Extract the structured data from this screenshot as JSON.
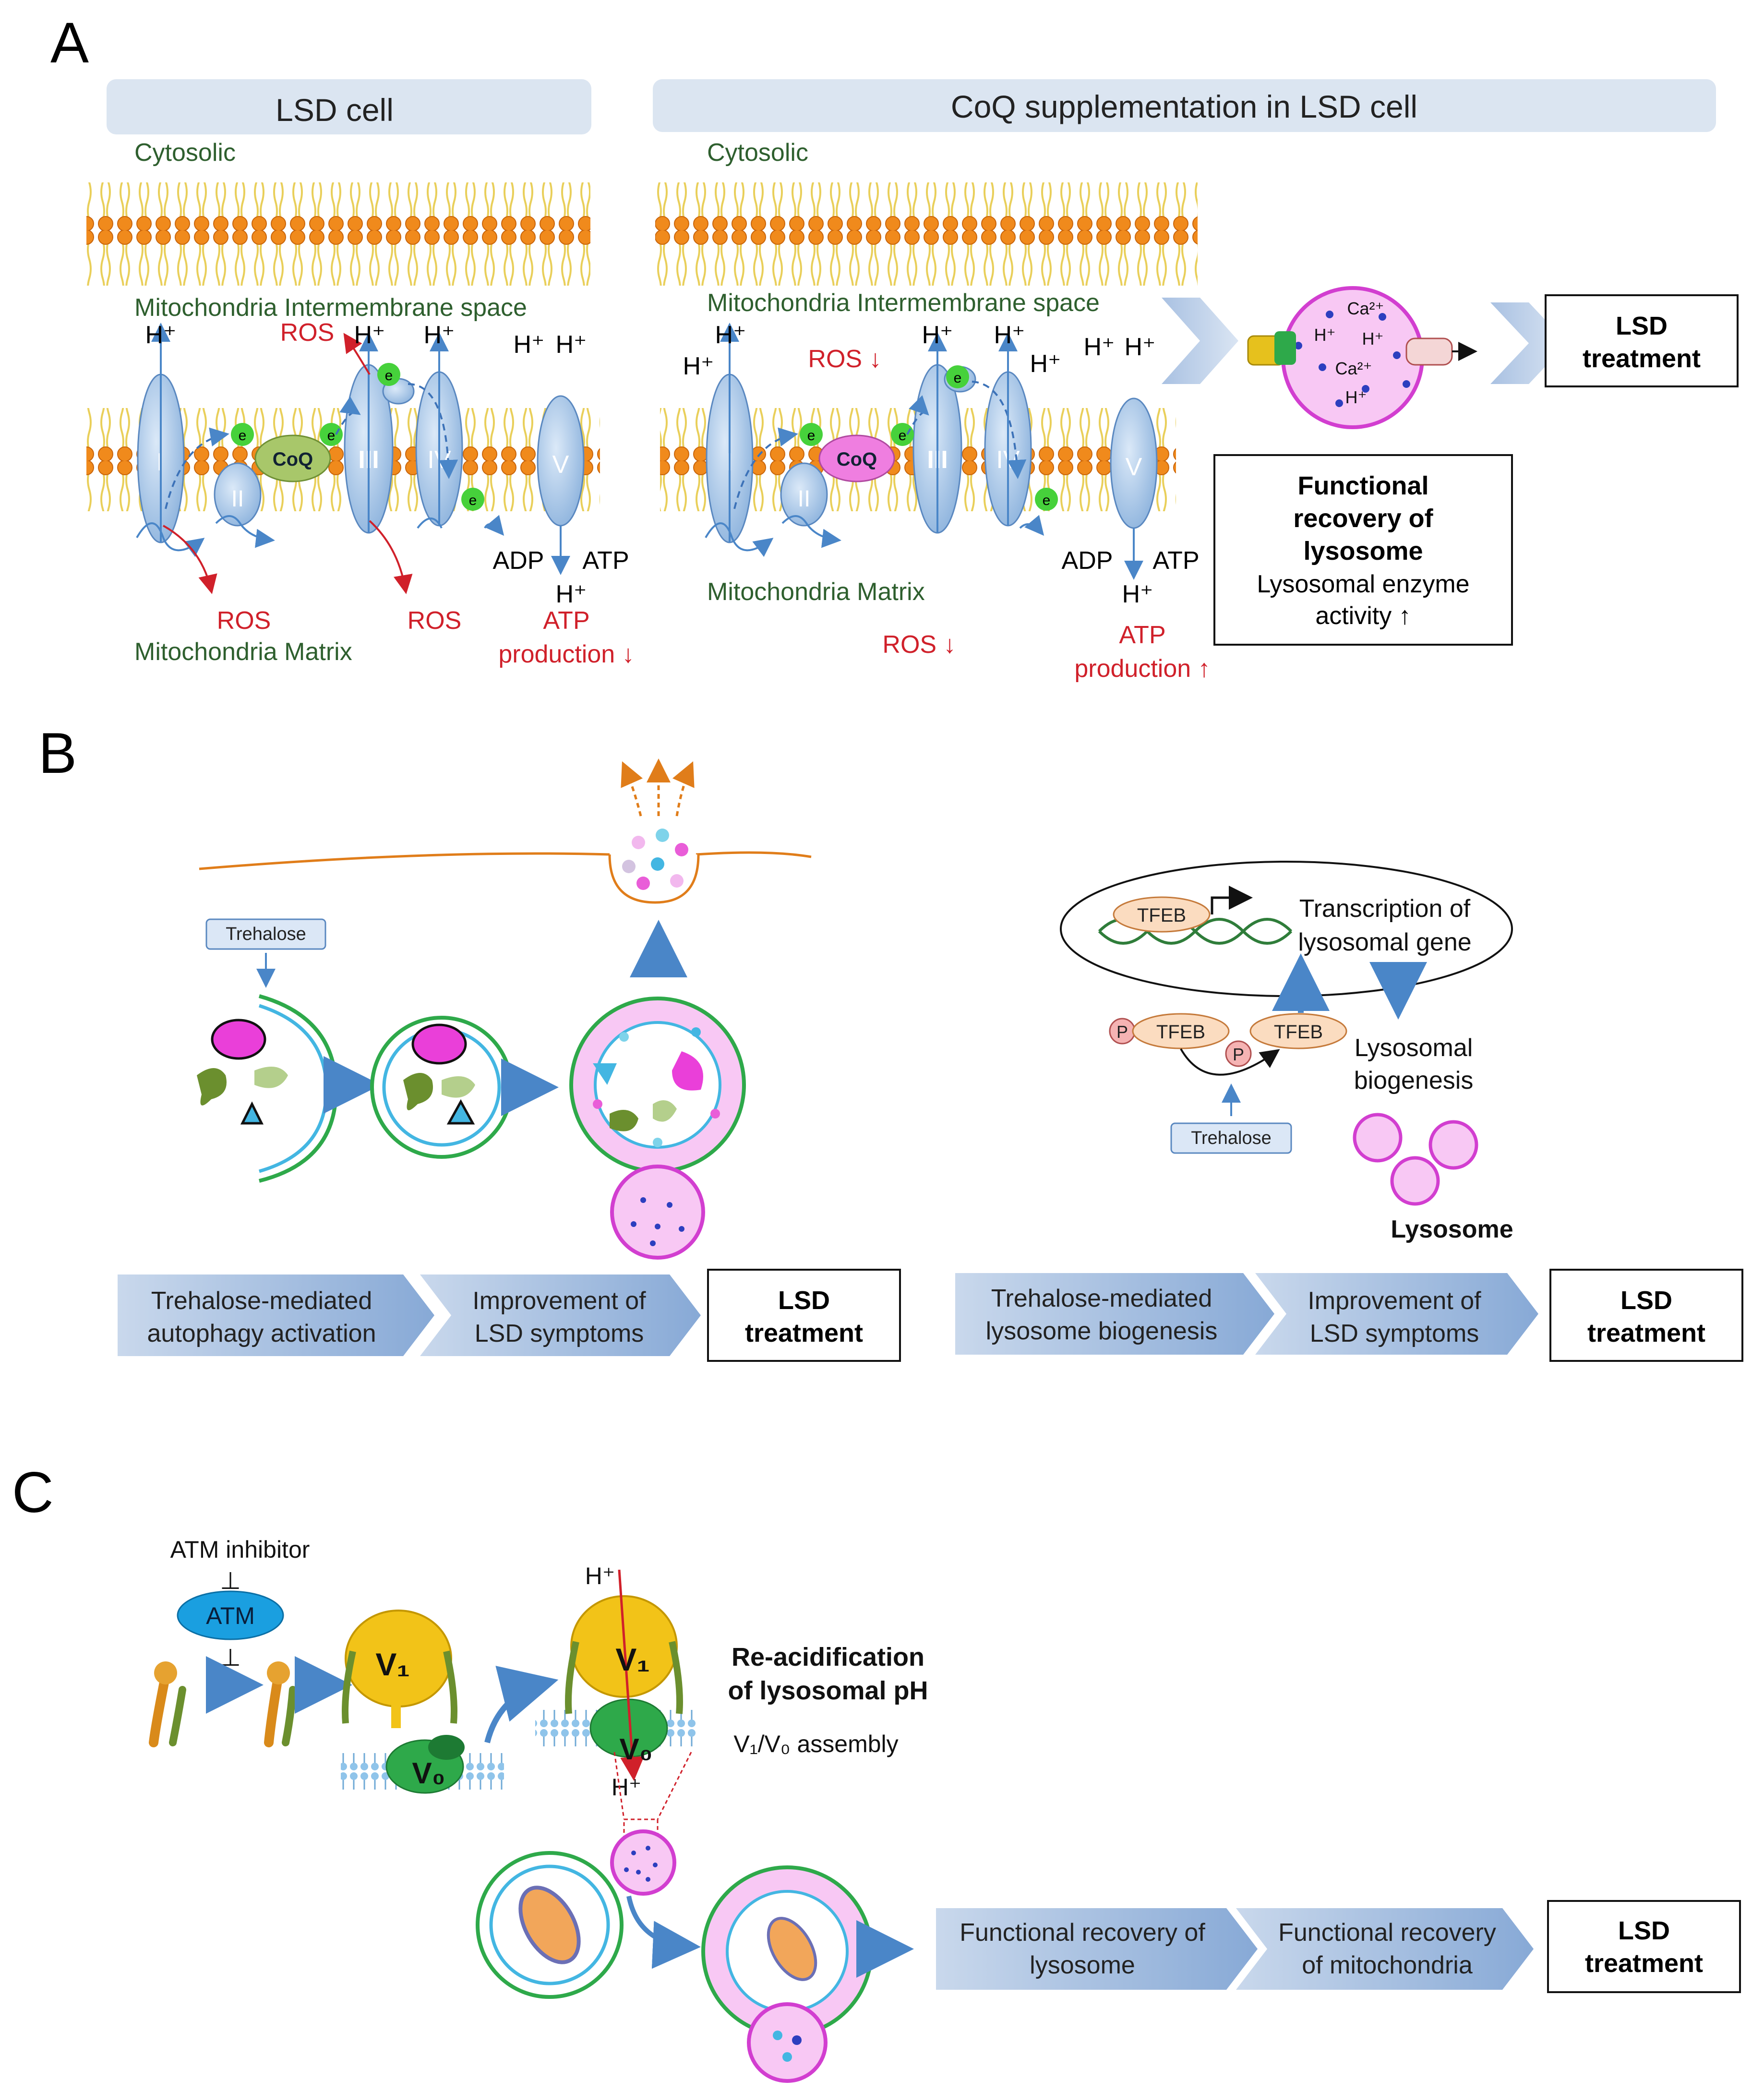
{
  "panels": {
    "a": "A",
    "b": "B",
    "c": "C"
  },
  "panel_a": {
    "left_header": "LSD cell",
    "right_header": "CoQ supplementation in LSD cell",
    "cytosolic": "Cytosolic",
    "intermembrane": "Mitochondria Intermembrane space",
    "matrix": "Mitochondria Matrix",
    "hplus": "H⁺",
    "ros": "ROS",
    "ros_down": "ROS ↓",
    "coq": "CoQ",
    "e": "e",
    "complexes": [
      "I",
      "II",
      "III",
      "IV",
      "V"
    ],
    "adp": "ADP",
    "atp": "ATP",
    "atp_production": "ATP",
    "production_down": "production ↓",
    "production_up": "production ↑",
    "ca": "Ca²⁺",
    "lsd_treatment_1": "LSD",
    "lsd_treatment_2": "treatment",
    "recovery_1": "Functional",
    "recovery_2": "recovery of",
    "recovery_3": "lysosome",
    "recovery_4": "Lysosomal enzyme",
    "recovery_5": "activity ↑"
  },
  "panel_b": {
    "trehalose": "Trehalose",
    "tfeb": "TFEB",
    "p": "P",
    "transcription_1": "Transcription of",
    "transcription_2": "lysosomal gene",
    "biogenesis_1": "Lysosomal",
    "biogenesis_2": "biogenesis",
    "lysosome": "Lysosome",
    "left_step1_1": "Trehalose-mediated",
    "left_step1_2": "autophagy activation",
    "step2_1": "Improvement of",
    "step2_2": "LSD symptoms",
    "right_step1_1": "Trehalose-mediated",
    "right_step1_2": "lysosome biogenesis",
    "lsd_1": "LSD",
    "lsd_2": "treatment"
  },
  "panel_c": {
    "atm_inhibitor": "ATM inhibitor",
    "atm": "ATM",
    "inhibit": "⊥",
    "v1": "V₁",
    "v0": "V₀",
    "hplus": "H⁺",
    "reacid_1": "Re-acidification",
    "reacid_2": "of lysosomal pH",
    "assembly": "V₁/V₀ assembly",
    "step1_1": "Functional recovery of",
    "step1_2": "lysosome",
    "step2_1": "Functional recovery",
    "step2_2": "of mitochondria",
    "lsd_1": "LSD",
    "lsd_2": "treatment"
  }
}
